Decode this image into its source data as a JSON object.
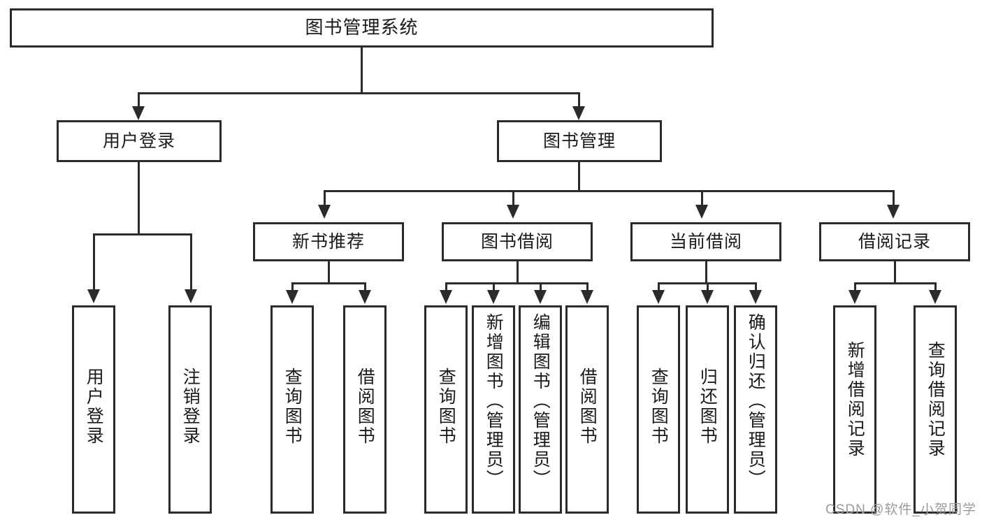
{
  "diagram": {
    "title": "图书管理系统",
    "type": "tree",
    "root": {
      "label": "图书管理系统"
    },
    "level2": [
      {
        "label": "用户登录"
      },
      {
        "label": "图书管理"
      }
    ],
    "level3": [
      {
        "label": "新书推荐"
      },
      {
        "label": "图书借阅"
      },
      {
        "label": "当前借阅"
      },
      {
        "label": "借阅记录"
      }
    ],
    "leaves": {
      "user_login": [
        {
          "label": "用户登录"
        },
        {
          "label": "注销登录"
        }
      ],
      "new_book_recommend": [
        {
          "label": "查询图书"
        },
        {
          "label": "借阅图书"
        }
      ],
      "book_borrow": [
        {
          "label": "查询图书"
        },
        {
          "label": "新增图书（管理员）"
        },
        {
          "label": "编辑图书（管理员）"
        },
        {
          "label": "借阅图书"
        }
      ],
      "current_borrow": [
        {
          "label": "查询图书"
        },
        {
          "label": "归还图书"
        },
        {
          "label": "确认归还（管理员）"
        }
      ],
      "borrow_record": [
        {
          "label": "新增借阅记录"
        },
        {
          "label": "查询借阅记录"
        }
      ]
    }
  },
  "watermark": {
    "text": "CSDN @软件_小贺同学"
  },
  "colors": {
    "stroke": "#2b2b2b",
    "text": "#1a1a1a",
    "background": "#ffffff",
    "watermark": "#9a9a9a"
  }
}
